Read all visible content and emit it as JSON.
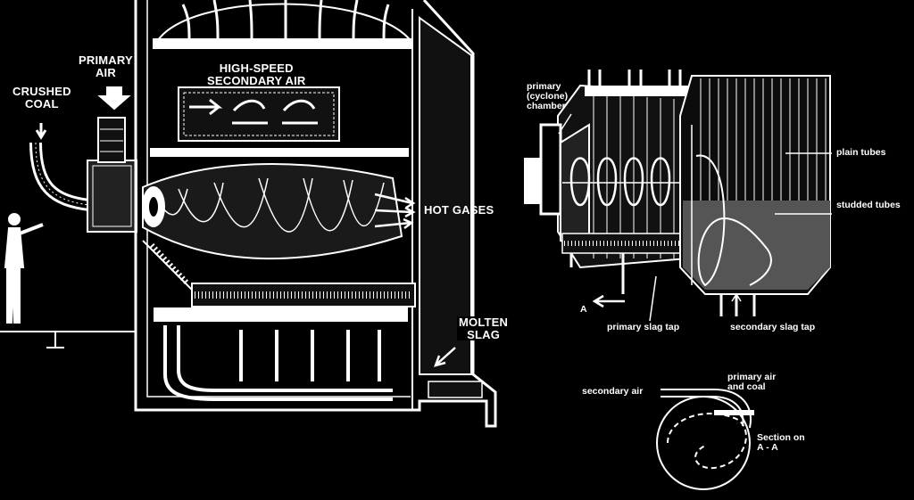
{
  "left_diagram": {
    "labels": {
      "crushed_coal": "CRUSHED\nCOAL",
      "primary_air": "PRIMARY\nAIR",
      "high_speed_secondary_air": "HIGH-SPEED\nSECONDARY AIR",
      "hot_gases": "HOT GASES",
      "molten_slag": "MOLTEN\nSLAG"
    }
  },
  "right_diagram": {
    "labels": {
      "primary_cyclone_chamber": "primary\n(cyclone)\nchamber",
      "plain_tubes": "plain tubes",
      "studded_tubes": "studded tubes",
      "section_marker": "A",
      "primary_slag_tap": "primary slag tap",
      "secondary_slag_tap": "secondary slag tap"
    }
  },
  "section_view": {
    "labels": {
      "secondary_air": "secondary air",
      "primary_air_and_coal": "primary air\nand coal",
      "section_on": "Section on\nA - A"
    }
  },
  "colors": {
    "background": "#000000",
    "line": "#ffffff"
  }
}
